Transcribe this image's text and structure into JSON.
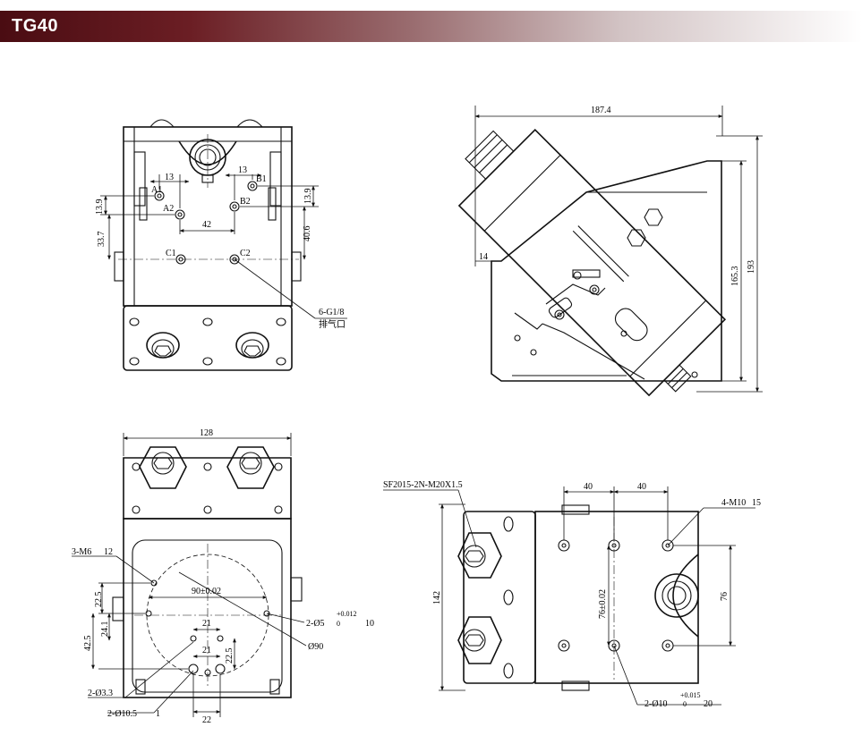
{
  "header": {
    "title": "TG40"
  },
  "views": {
    "top_left": {
      "ports": [
        "A1",
        "A2",
        "B1",
        "B2",
        "C1",
        "C2"
      ],
      "dims": [
        "13",
        "13",
        "42",
        "13.9",
        "33.7",
        "13.9",
        "40.6"
      ],
      "callout_line1": "6-G1/8",
      "callout_line2": "排气口"
    },
    "top_right": {
      "dims": [
        "187.4",
        "14",
        "165.3",
        "193"
      ]
    },
    "bottom_left": {
      "dims": [
        "128",
        "90±0.02",
        "21",
        "21",
        "22",
        "22.5",
        "24.1",
        "42.5",
        "22.5"
      ],
      "callouts": [
        "3-M6",
        "12",
        "2-Ø5",
        "10",
        "Ø90",
        "2-Ø3.3",
        "2-Ø10.5",
        "1"
      ],
      "tolerance_upper": "+0.012",
      "tolerance_lower": "0"
    },
    "bottom_right": {
      "dims": [
        "40",
        "40",
        "142",
        "76±0.02",
        "76"
      ],
      "label_fitting": "SF2015-2N-M20X1.5",
      "label_thread": "4-M10",
      "label_depth": "15",
      "label_bore": "2-Ø10",
      "label_bore_depth": "20",
      "tolerance_upper": "+0.015",
      "tolerance_lower": "0"
    }
  }
}
